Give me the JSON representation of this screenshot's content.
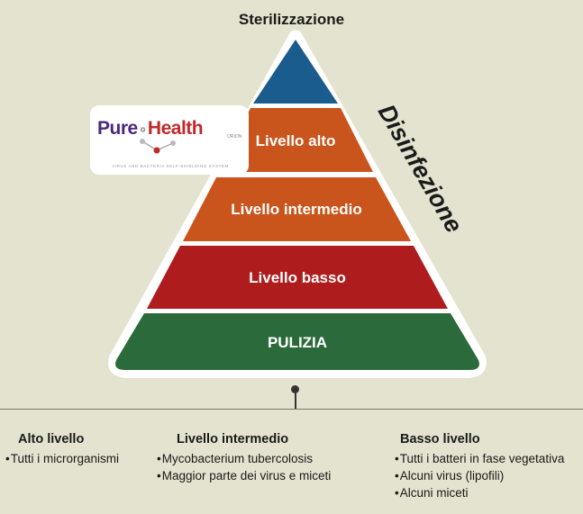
{
  "title": "Sterilizzazione",
  "side_label": "Disinfezione",
  "logo": {
    "pure": "Pure",
    "health": "Health",
    "sub": "ORION",
    "tagline": "VIRUS AND BACTERIA SELF-SHIELDING SYSTEM"
  },
  "levels": [
    {
      "label": "",
      "color": "#1b5c8e"
    },
    {
      "label": "Livello alto",
      "color": "#c9551c"
    },
    {
      "label": "Livello intermedio",
      "color": "#c9551c"
    },
    {
      "label": "Livello basso",
      "color": "#ae1c1e"
    },
    {
      "label": "PULIZIA",
      "color": "#2b6a3a"
    }
  ],
  "columns": [
    {
      "heading": "Alto livello",
      "items": [
        "Tutti i microrganismi"
      ]
    },
    {
      "heading": "Livello intermedio",
      "items": [
        "Mycobacterium tubercolosis",
        "Maggior parte dei virus e miceti"
      ]
    },
    {
      "heading": "Basso livello",
      "items": [
        "Tutti i batteri in fase vegetativa",
        "Alcuni virus (lipofili)",
        "Alcuni miceti"
      ]
    }
  ]
}
